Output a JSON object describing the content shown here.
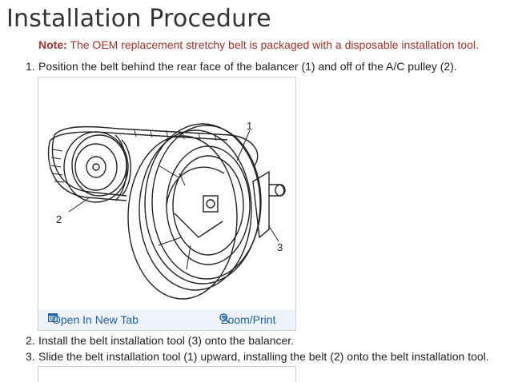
{
  "page": {
    "title": "Installation Procedure",
    "note_label": "Note:",
    "note_text": " The OEM replacement stretchy belt is packaged with a disposable installation tool."
  },
  "steps": [
    {
      "num": "1.",
      "text": "Position the belt behind the rear face of the balancer (1) and off of the A/C pulley (2)."
    },
    {
      "num": "2.",
      "text": "Install the belt installation tool (3) onto the balancer."
    },
    {
      "num": "3.",
      "text": "Slide the belt installation tool (1) upward, installing the belt (2) onto the belt installation tool."
    }
  ],
  "figure": {
    "callouts": [
      "1",
      "2",
      "3"
    ],
    "open_tab_label": "Open In New Tab",
    "zoom_label": "Zoom/Print",
    "open_tab_icon": "open-in-new-tab-icon",
    "zoom_icon": "magnifier-icon"
  },
  "colors": {
    "note": "#a1322a",
    "link": "#1f5fa8",
    "figure_bar": "#eef3f9"
  }
}
